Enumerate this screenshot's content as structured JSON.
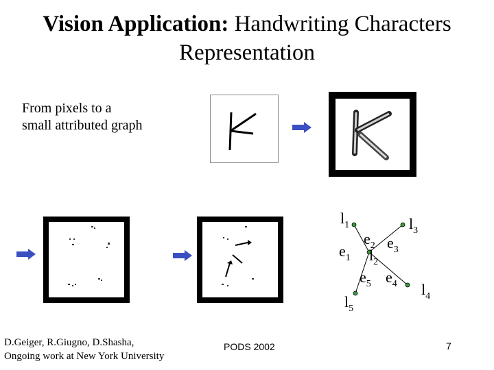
{
  "title": {
    "bold": "Vision Application:",
    "rest": " Handwriting Characters",
    "line2": "Representation"
  },
  "caption": {
    "line1": "From pixels  to a",
    "line2": "small attributed graph"
  },
  "graph_labels": {
    "l1": "l",
    "l1_sub": "1",
    "l2": "l",
    "l2_sub": "2",
    "l3": "l",
    "l3_sub": "3",
    "l4": "l",
    "l4_sub": "4",
    "l5": "l",
    "l5_sub": "5",
    "e1": "e",
    "e1_sub": "1",
    "e2": "e",
    "e2_sub": "2",
    "e3": "e",
    "e3_sub": "3",
    "e4": "e",
    "e4_sub": "4",
    "e5": "e",
    "e5_sub": "5"
  },
  "footer": {
    "authors": "D.Geiger, R.Giugno, D.Shasha,",
    "affiliation": "Ongoing work at New York University",
    "conference": "PODS 2002",
    "page": "7"
  },
  "colors": {
    "arrow": "#3a4fc2",
    "node": "#3c9a3c"
  }
}
